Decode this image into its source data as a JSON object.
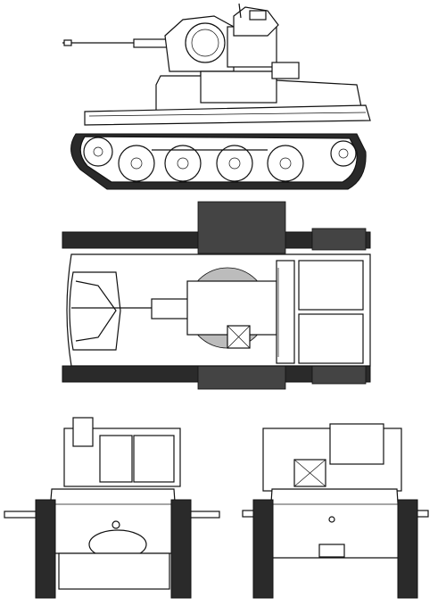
{
  "drawing": {
    "views": [
      {
        "id": "side",
        "icon": "side-elevation-icon"
      },
      {
        "id": "top",
        "icon": "plan-view-icon"
      },
      {
        "id": "front",
        "icon": "front-elevation-icon"
      },
      {
        "id": "rear",
        "icon": "rear-elevation-icon"
      }
    ]
  }
}
